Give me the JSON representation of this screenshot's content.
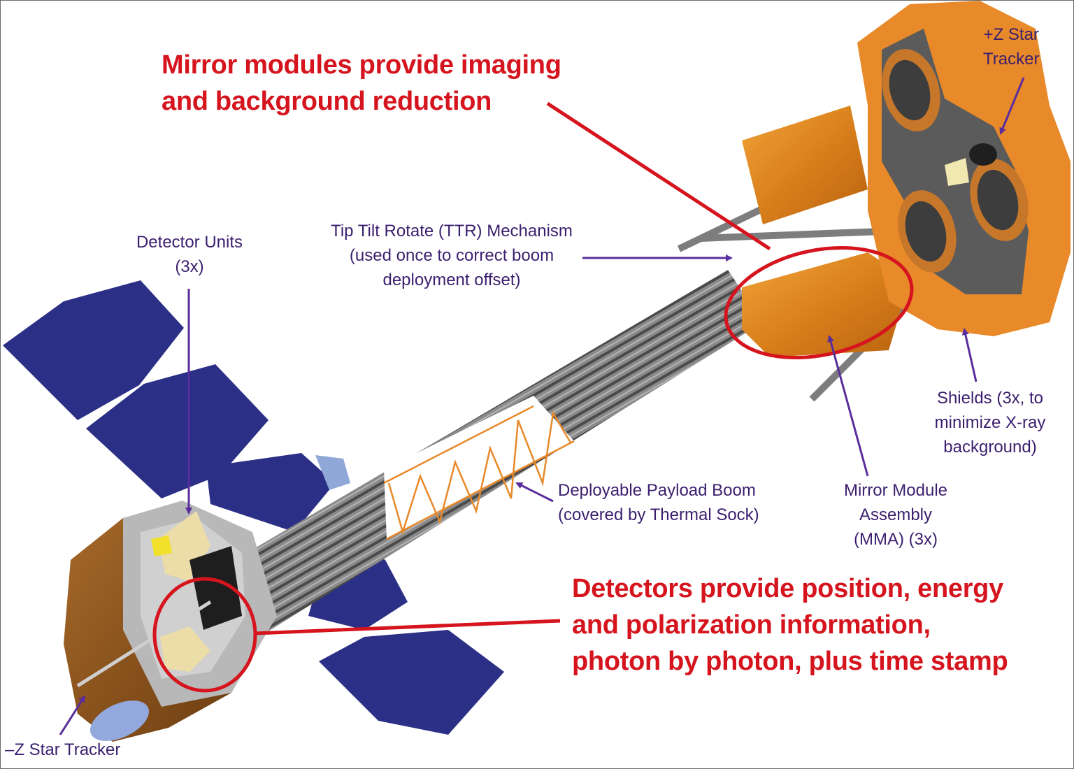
{
  "colors": {
    "callout_red": "#d5141e",
    "label_purple": "#3b1f6e",
    "arrow_purple": "#5a2d9c",
    "solar_panel_blue": "#2b2f85",
    "gold_shield": "#e08a1e",
    "boom_gray": "#6e6e6e",
    "truss_orange": "#e8892a"
  },
  "callouts": {
    "mirror": {
      "line1": "Mirror modules provide imaging",
      "line2": "and background reduction"
    },
    "detectors": {
      "line1": "Detectors provide position, energy",
      "line2": "and polarization information,",
      "line3": "photon by photon, plus time stamp"
    }
  },
  "labels": {
    "plus_z_star_tracker": {
      "line1": "+Z Star",
      "line2": "Tracker"
    },
    "ttr": {
      "line1": "Tip Tilt Rotate (TTR) Mechanism",
      "line2": "(used once to correct boom",
      "line3": "deployment offset)"
    },
    "detector_units": {
      "line1": "Detector Units",
      "line2": "(3x)"
    },
    "shields": {
      "line1": "Shields (3x, to",
      "line2": "minimize X-ray",
      "line3": "background)"
    },
    "mma": {
      "line1": "Mirror Module",
      "line2": "Assembly",
      "line3": "(MMA) (3x)"
    },
    "boom": {
      "line1": "Deployable Payload Boom",
      "line2": "(covered by Thermal Sock)"
    },
    "minus_z_star_tracker": {
      "line1": "–Z Star Tracker"
    }
  },
  "components": [
    "solar-array",
    "spacecraft-bus",
    "detector-units",
    "payload-boom",
    "boom-truss",
    "ttr-mechanism",
    "mirror-module-assembly",
    "x-ray-shields",
    "plus-z-star-tracker",
    "minus-z-star-tracker"
  ]
}
